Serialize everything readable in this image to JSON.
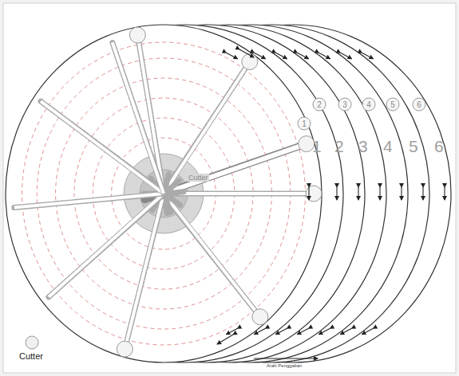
{
  "diagram": {
    "nodes": [
      {
        "text": [
          "1"
        ]
      },
      {
        "text": [
          "2"
        ]
      },
      {
        "text": [
          "3"
        ]
      },
      {
        "text": [
          "4"
        ]
      },
      {
        "text": [
          "5"
        ]
      },
      {
        "text": [
          "6"
        ]
      }
    ],
    "labels": [
      "1",
      "2",
      "3",
      "4",
      "5",
      "6",
      "Cutter",
      "Arah Penggalian"
    ],
    "legend": [
      {
        "text": "Cutter"
      }
    ]
  }
}
